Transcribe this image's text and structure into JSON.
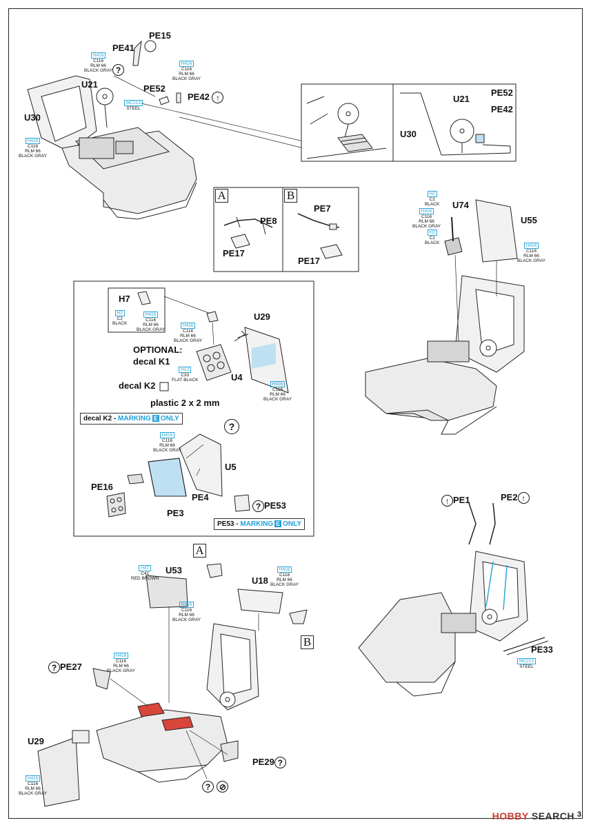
{
  "page_number": "3",
  "watermark": {
    "brand": "HOBBY",
    "suffix": "SEARCH"
  },
  "section_boxes": {
    "a": "A",
    "b": "B"
  },
  "question_mark": "?",
  "top_assembly": {
    "labels": {
      "pe15": "PE15",
      "pe41": "PE41",
      "u21": "U21",
      "pe52": "PE52",
      "pe42": "PE42",
      "u30": "U30"
    },
    "paints": {
      "u21": [
        "H416",
        "C116",
        "RLM 66",
        "BLACK GRAY"
      ],
      "pe42": [
        "H416",
        "C116",
        "RLM 66",
        "BLACK GRAY"
      ],
      "pe52": [
        "MC213",
        "STEEL"
      ],
      "u30": [
        "H416",
        "C116",
        "RLM 66",
        "BLACK GRAY"
      ]
    },
    "detail_labels": {
      "u21": "U21",
      "pe52": "PE52",
      "pe42": "PE42",
      "u30": "U30"
    }
  },
  "belts_choice": {
    "a_labels": {
      "pe8": "PE8",
      "pe17": "PE17"
    },
    "b_labels": {
      "pe7": "PE7",
      "pe17": "PE17"
    }
  },
  "seat_assembly": {
    "labels": {
      "u74": "U74",
      "u55": "U55"
    },
    "paints": {
      "u74_top": [
        "H2",
        "C2",
        "BLACK"
      ],
      "u74_mid": [
        "H416",
        "C116",
        "RLM 66",
        "BLACK GRAY"
      ],
      "u74_bot": [
        "H2",
        "C2",
        "BLACK"
      ],
      "u55": [
        "H416",
        "C116",
        "RLM 66",
        "BLACK GRAY"
      ]
    }
  },
  "panel_box": {
    "labels": {
      "h7": "H7",
      "u29": "U29",
      "optional": "OPTIONAL:",
      "decal_k1": "decal K1",
      "u4": "U4",
      "decal_k2": "decal K2",
      "plastic": "plastic 2 x 2 mm",
      "u5": "U5",
      "pe16": "PE16",
      "pe4": "PE4",
      "pe3": "PE3",
      "pe53": "PE53"
    },
    "paints": {
      "h7_black": [
        "H2",
        "C2",
        "BLACK"
      ],
      "h7_gray": [
        "H416",
        "C116",
        "RLM 66",
        "BLACK GRAY"
      ],
      "u4_top": [
        "H416",
        "C116",
        "RLM 66",
        "BLACK GRAY"
      ],
      "u4_flat": [
        "H12",
        "C33",
        "FLAT BLACK"
      ],
      "u29": [
        "H416",
        "C116",
        "RLM 66",
        "BLACK GRAY"
      ],
      "u5": [
        "H416",
        "C116",
        "RLM 66",
        "BLACK GRAY"
      ]
    },
    "note_k2": {
      "prefix": "decal K2 -",
      "marking": "MARKING",
      "letter": "E",
      "suffix": "ONLY"
    },
    "note_pe53": {
      "prefix": "PE53 -",
      "marking": "MARKING",
      "letter": "E",
      "suffix": "ONLY"
    }
  },
  "harness_assembly": {
    "labels": {
      "pe1": "PE1",
      "pe2": "PE2",
      "pe33": "PE33"
    },
    "paints": {
      "pe33": [
        "MC213",
        "STEEL"
      ]
    }
  },
  "bottom_assembly": {
    "labels": {
      "u53": "U53",
      "u18": "U18",
      "pe27": "PE27",
      "u29": "U29",
      "pe29": "PE29"
    },
    "paints": {
      "u53_top": [
        "H47",
        "C41",
        "RED BROWN"
      ],
      "u53_side": [
        "H416",
        "C116",
        "RLM 66",
        "BLACK GRAY"
      ],
      "u18": [
        "H416",
        "C116",
        "RLM 66",
        "BLACK GRAY"
      ],
      "pe27": [
        "H416",
        "C116",
        "RLM 66",
        "BLACK GRAY"
      ],
      "u29": [
        "H416",
        "C116",
        "RLM 66",
        "BLACK GRAY"
      ]
    }
  },
  "colors": {
    "accent": "#1f9fd8",
    "red_part": "#d8453a",
    "blue_part": "#bfe0f2"
  }
}
